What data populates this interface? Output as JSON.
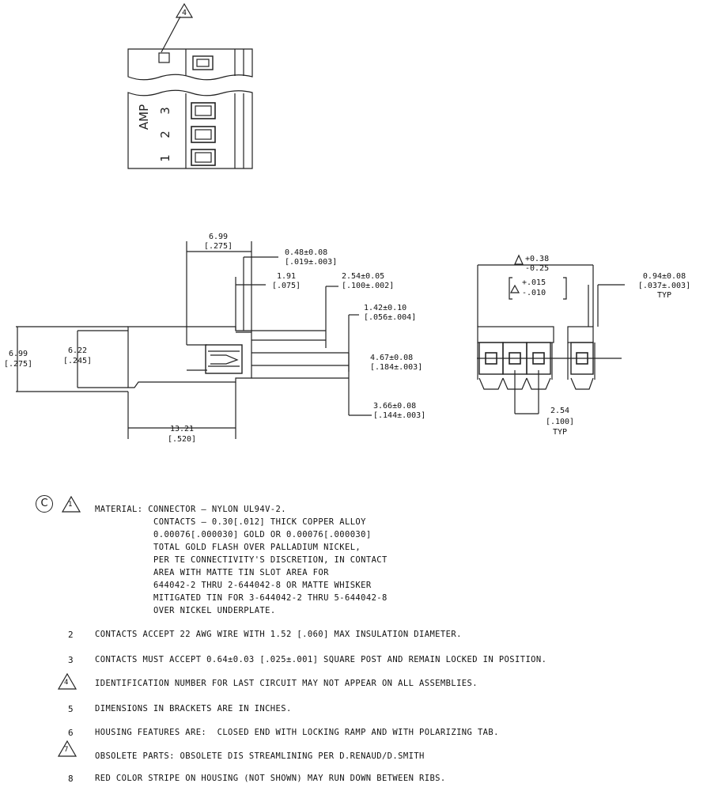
{
  "top_view": {
    "flag_note": "4",
    "housing_text": "AMP",
    "pin_numbers": [
      "1",
      "2",
      "3"
    ]
  },
  "side_view": {
    "dimensions": {
      "width_top": [
        "6.99",
        "[.275]"
      ],
      "thick": [
        "0.48±0.08",
        "[.019±.003]"
      ],
      "d191": [
        "1.91",
        "[.075]"
      ],
      "pitch": [
        "2.54±0.05",
        "[.100±.002]"
      ],
      "d142": [
        "1.42±0.10",
        "[.056±.004]"
      ],
      "d467": [
        "4.67±0.08",
        "[.184±.003]"
      ],
      "d366": [
        "3.66±0.08",
        "[.144±.003]"
      ],
      "height_outer": [
        "6.99",
        "[.275]"
      ],
      "height_inner": [
        "6.22",
        "[.245]"
      ],
      "length": [
        "13.21",
        "[.520]"
      ]
    }
  },
  "end_view": {
    "tol_a1": "+0.38",
    "tol_a2": "-0.25",
    "tol_b1": "+.015",
    "tol_b2": "-.010",
    "width": [
      "0.94±0.08",
      "[.037±.003]",
      "TYP"
    ],
    "pitch": [
      "2.54",
      "[.100]",
      "TYP"
    ]
  },
  "notes": {
    "c_mark": "C",
    "n1_mark": "1",
    "n1_lines": [
      "MATERIAL: CONNECTOR — NYLON UL94V-2.",
      "CONTACTS — 0.30[.012] THICK COPPER ALLOY",
      "0.00076[.000030] GOLD OR 0.00076[.000030]",
      "TOTAL GOLD FLASH OVER PALLADIUM NICKEL,",
      "PER TE CONNECTIVITY'S DISCRETION, IN CONTACT",
      "AREA WITH MATTE TIN SLOT AREA FOR",
      "644042-2 THRU 2-644042-8 OR MATTE WHISKER",
      "MITIGATED TIN FOR 3-644042-2 THRU 5-644042-8",
      "OVER NICKEL UNDERPLATE."
    ],
    "n2_mark": "2",
    "n2": "CONTACTS ACCEPT 22 AWG WIRE WITH 1.52 [.060] MAX INSULATION DIAMETER.",
    "n3_mark": "3",
    "n3": "CONTACTS MUST ACCEPT 0.64±0.03 [.025±.001] SQUARE POST AND REMAIN LOCKED IN POSITION.",
    "n4_mark": "4",
    "n4": "IDENTIFICATION NUMBER FOR LAST CIRCUIT MAY NOT APPEAR ON ALL ASSEMBLIES.",
    "n5_mark": "5",
    "n5": "DIMENSIONS IN BRACKETS ARE IN INCHES.",
    "n6_mark": "6",
    "n6": "HOUSING FEATURES ARE:  CLOSED END WITH LOCKING RAMP AND WITH POLARIZING TAB.",
    "n7_mark": "7",
    "n7": "OBSOLETE PARTS: OBSOLETE DIS STREAMLINING PER D.RENAUD/D.SMITH",
    "n8_mark": "8",
    "n8": "RED COLOR STRIPE ON HOUSING (NOT SHOWN) MAY RUN DOWN BETWEEN RIBS."
  }
}
